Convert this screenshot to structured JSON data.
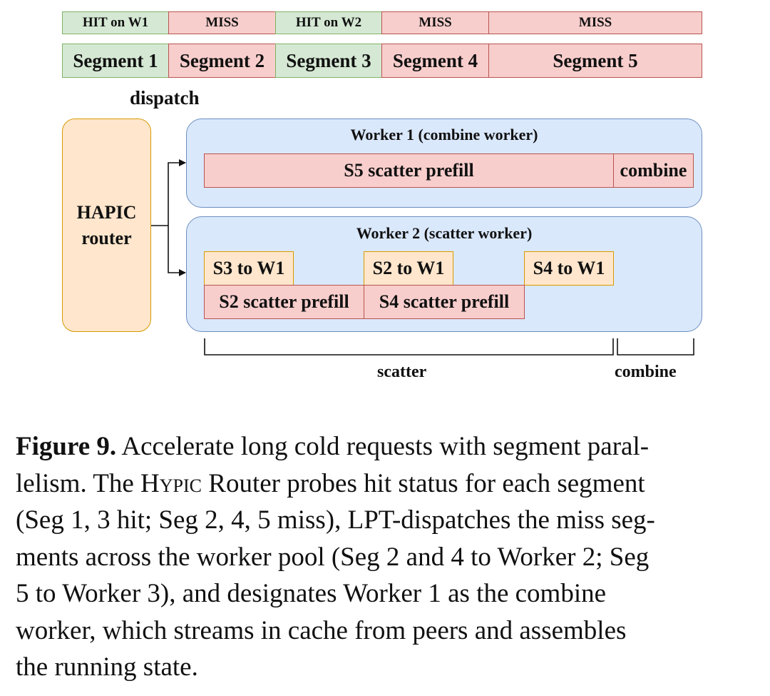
{
  "status_row": [
    {
      "label": "HIT on W1",
      "state": "hit"
    },
    {
      "label": "MISS",
      "state": "miss"
    },
    {
      "label": "HIT on W2",
      "state": "hit"
    },
    {
      "label": "MISS",
      "state": "miss"
    },
    {
      "label": "MISS",
      "state": "miss"
    }
  ],
  "segments": [
    "Segment 1",
    "Segment 2",
    "Segment 3",
    "Segment 4",
    "Segment 5"
  ],
  "dispatch_label": "dispatch",
  "router": {
    "line1": "HAPIC",
    "line2": "router"
  },
  "worker1": {
    "title": "Worker 1 (combine worker)",
    "scatter_task": "S5 scatter prefill",
    "combine_task": "combine"
  },
  "worker2": {
    "title": "Worker 2 (scatter worker)",
    "transfers": [
      "S3 to W1",
      "S2 to W1",
      "S4 to W1"
    ],
    "prefills": [
      "S2 scatter prefill",
      "S4 scatter prefill"
    ]
  },
  "phases": {
    "scatter": "scatter",
    "combine": "combine"
  },
  "caption": {
    "fig_label": "Figure 9.",
    "l1": "Accelerate long cold requests with segment paral-",
    "l2a": "lelism. The ",
    "l2_sc": "Hypic",
    "l2b": " Router probes hit status for each segment",
    "l3": "(Seg 1, 3 hit; Seg 2, 4, 5 miss), LPT-dispatches the miss seg-",
    "l4": "ments across the worker pool (Seg 2 and 4 to Worker 2; Seg",
    "l5": "5 to Worker 3), and designates Worker 1 as the combine",
    "l6": "worker, which streams in cache from peers and assembles",
    "l7": "the running state."
  },
  "colors": {
    "hit_fill": "#d5e8d4",
    "hit_border": "#82b366",
    "miss_fill": "#f8cecc",
    "miss_border": "#b85450",
    "router_fill": "#ffe6cc",
    "router_border": "#d79b00",
    "worker_fill": "#dae8fc",
    "worker_border": "#6c8ebf"
  }
}
